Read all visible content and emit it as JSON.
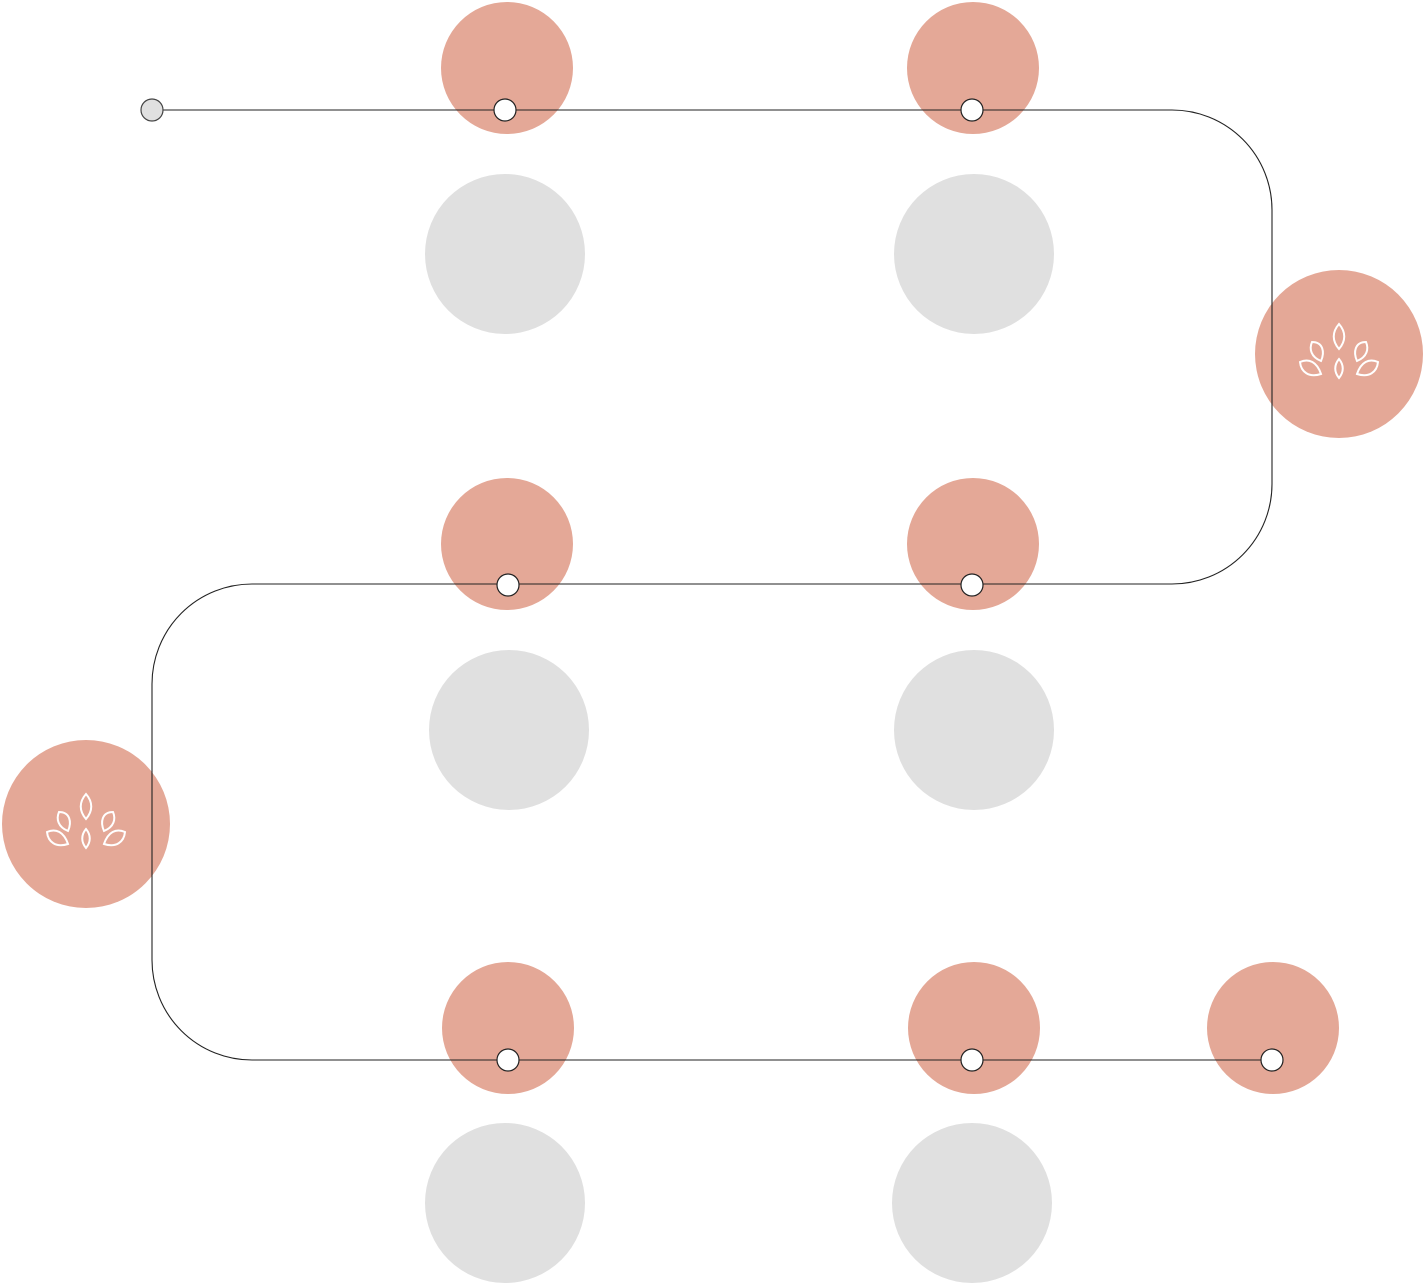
{
  "colors": {
    "accent": "#e4a897",
    "placeholder": "#e0e0e0",
    "line": "#222222",
    "background": "#ffffff",
    "icon": "#ffffff"
  },
  "diagram": {
    "type": "winding-timeline",
    "rows": 3,
    "milestones_per_row": [
      2,
      2,
      3
    ],
    "turn_badge_icon": "lotus-leaves-icon",
    "turn_badges": 2,
    "has_start_marker": true
  }
}
